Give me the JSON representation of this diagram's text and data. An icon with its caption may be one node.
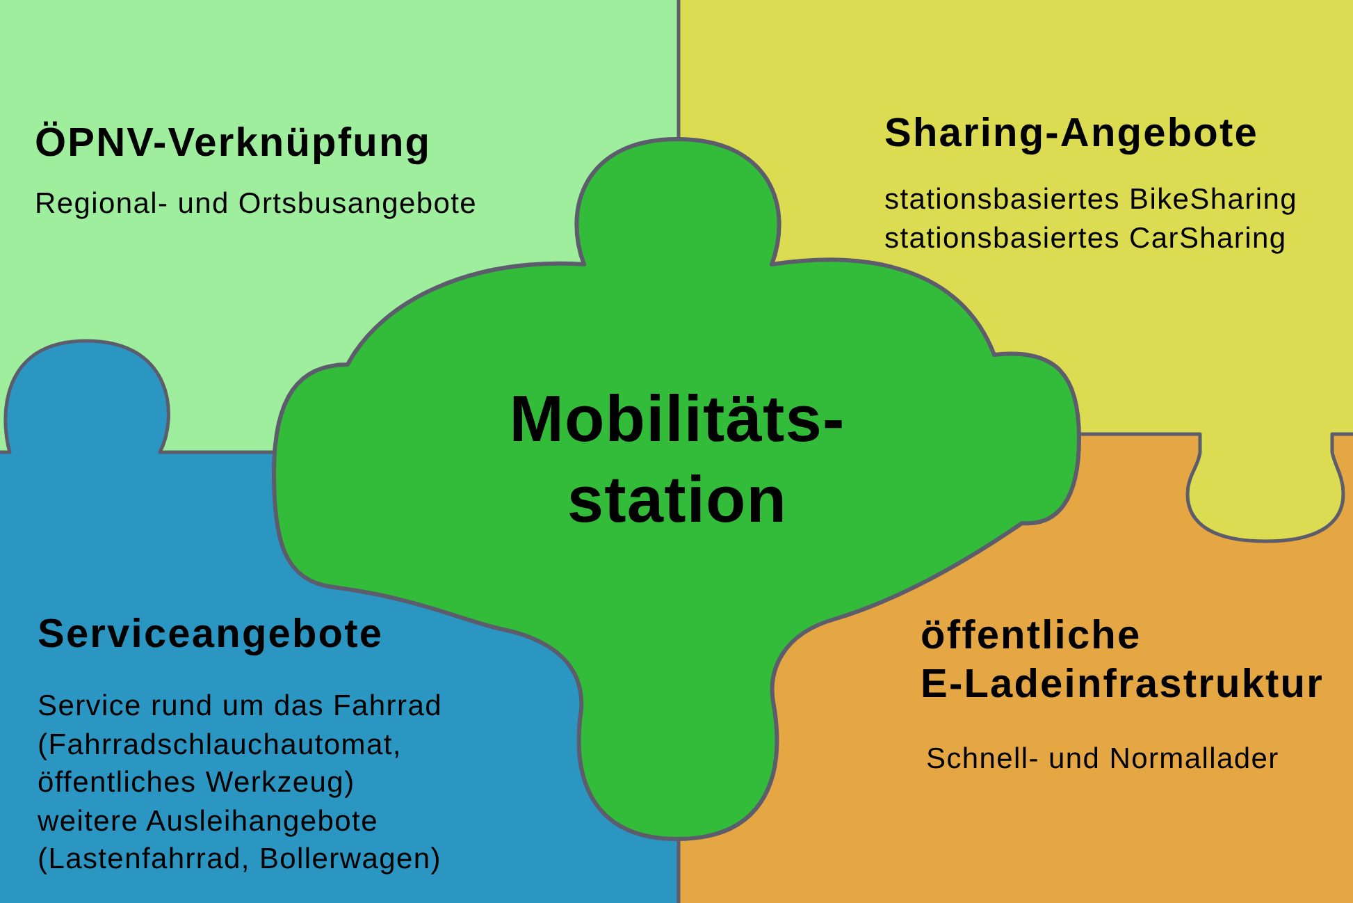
{
  "diagram": {
    "nodes": [
      {
        "text": [
          "ÖPNV-Verknüpfung",
          "Regional- und Ortsbusangebote"
        ]
      },
      {
        "text": [
          "Sharing-Angebote",
          "stationsbasiertes BikeSharing",
          "stationsbasiertes CarSharing"
        ]
      },
      {
        "text": [
          "Mobilitäts- station"
        ]
      },
      {
        "text": [
          "Serviceangebote",
          "Service rund um das Fahrrad (Fahrradschlauchautomat, öffentliches Werkzeug)",
          "weitere Ausleihangebote (Lastenfahrrad, Bollerwagen)"
        ]
      },
      {
        "text": [
          "öffentliche E-Ladeinfrastruktur",
          "Schnell- und Normallader"
        ]
      }
    ]
  }
}
